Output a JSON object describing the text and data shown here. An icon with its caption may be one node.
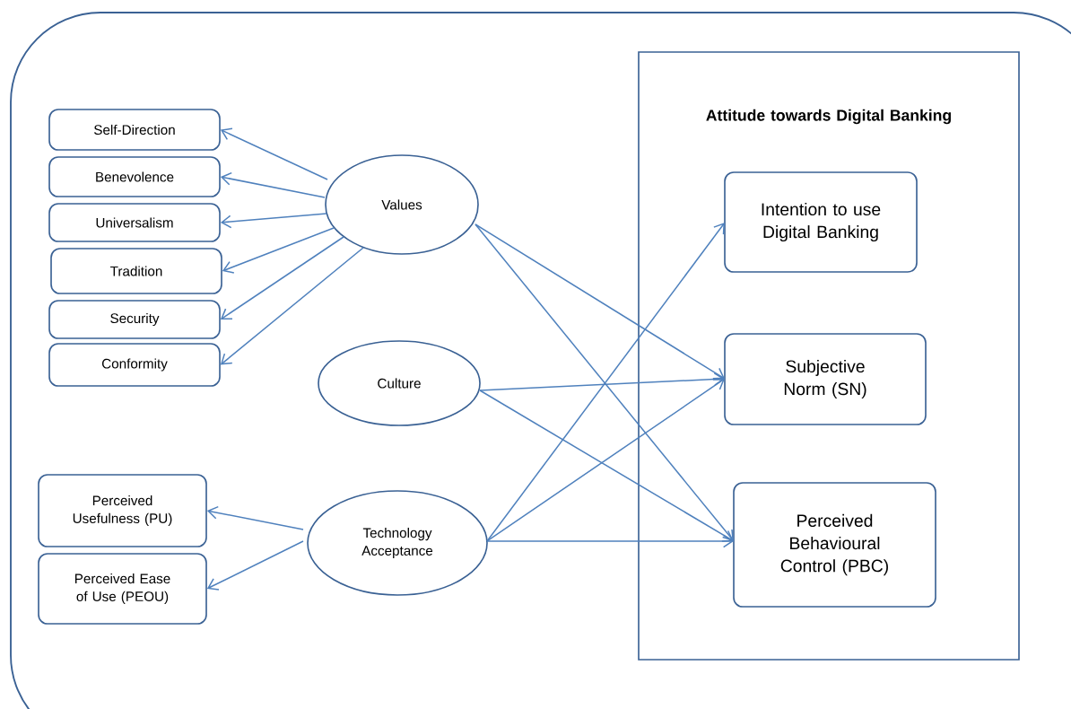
{
  "diagram": {
    "nodes": [
      {
        "text": [
          "Attitude towards Digital Banking"
        ]
      },
      {
        "text": [
          "Self-Direction"
        ]
      },
      {
        "text": [
          "Benevolence"
        ]
      },
      {
        "text": [
          "Universalism"
        ]
      },
      {
        "text": [
          "Tradition"
        ]
      },
      {
        "text": [
          "Security"
        ]
      },
      {
        "text": [
          "Conformity"
        ]
      },
      {
        "text": [
          "Values"
        ]
      },
      {
        "text": [
          "Intention to use Digital Banking"
        ],
        "in": 0
      },
      {
        "text": [
          "Culture"
        ]
      },
      {
        "text": [
          "Subjective Norm (SN)"
        ],
        "in": 0
      },
      {
        "text": [
          "Perceived Usefulness (PU)"
        ]
      },
      {
        "text": [
          "Technology Acceptance"
        ]
      },
      {
        "text": [
          "Perceived Ease of Use (PEOU)"
        ]
      },
      {
        "text": [
          "Perceived Behavioural Control (PBC)"
        ],
        "in": 0
      }
    ],
    "edges": [
      {
        "from": 7,
        "to": 1,
        "arrow": "to"
      },
      {
        "from": 7,
        "to": 2,
        "arrow": "to"
      },
      {
        "from": 7,
        "to": 3,
        "arrow": "to"
      },
      {
        "from": 7,
        "to": 4,
        "arrow": "to"
      },
      {
        "from": 7,
        "to": 5,
        "arrow": "to"
      },
      {
        "from": 7,
        "to": 6,
        "arrow": "to"
      },
      {
        "from": 7,
        "to": 10,
        "arrow": "to"
      },
      {
        "from": 7,
        "to": 14,
        "arrow": "to"
      },
      {
        "from": 9,
        "to": 10,
        "arrow": "to"
      },
      {
        "from": 9,
        "to": 14,
        "arrow": "to"
      },
      {
        "from": 12,
        "to": 11,
        "arrow": "to"
      },
      {
        "from": 12,
        "to": 13,
        "arrow": "to"
      },
      {
        "from": 12,
        "to": 8,
        "arrow": "to"
      },
      {
        "from": 12,
        "to": 10,
        "arrow": "to"
      },
      {
        "from": 12,
        "to": 14,
        "arrow": "to"
      }
    ]
  }
}
